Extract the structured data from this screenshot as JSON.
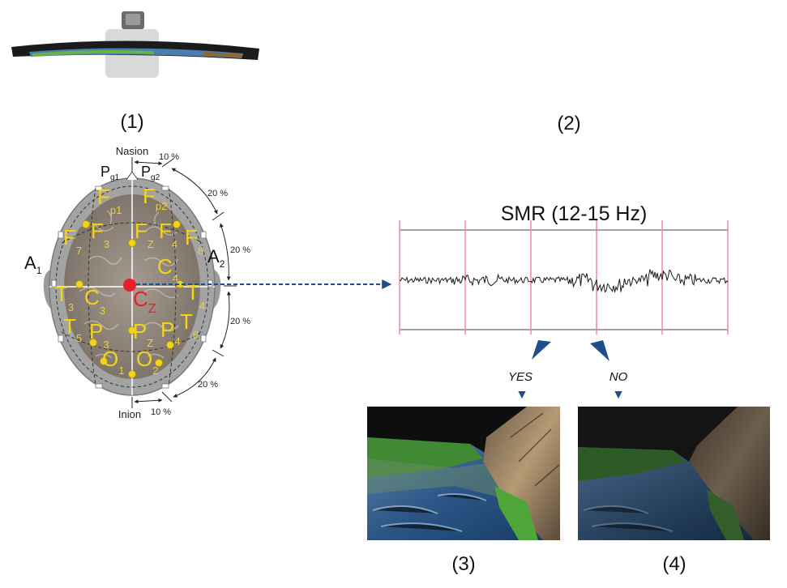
{
  "panels": {
    "p1": "(1)",
    "p2": "(2)",
    "p3": "(3)",
    "p4": "(4)"
  },
  "eeg": {
    "signal_title": "SMR (12-15 Hz)",
    "landmarks": {
      "nasion": "Nasion",
      "inion": "Inion",
      "pg1": [
        "P",
        "g1"
      ],
      "pg2": [
        "P",
        "g2"
      ],
      "a1": [
        "A",
        "1"
      ],
      "a2": [
        "A",
        "2"
      ]
    },
    "percentages": {
      "ten_top": "10 %",
      "twenty_1": "20 %",
      "twenty_2": "20 %",
      "twenty_3": "20 %",
      "twenty_4": "20 %",
      "ten_bottom": "10 %"
    },
    "electrodes": [
      {
        "id": "fp1",
        "main": "F",
        "sub": "p1"
      },
      {
        "id": "fp2",
        "main": "F",
        "sub": "p2"
      },
      {
        "id": "f7",
        "main": "F",
        "sub": "7"
      },
      {
        "id": "f3",
        "main": "F",
        "sub": "3"
      },
      {
        "id": "fz",
        "main": "F",
        "sub": "Z"
      },
      {
        "id": "f4",
        "main": "F",
        "sub": "4"
      },
      {
        "id": "f8",
        "main": "F",
        "sub": "8"
      },
      {
        "id": "t3",
        "main": "T",
        "sub": "3"
      },
      {
        "id": "c3",
        "main": "C",
        "sub": "3"
      },
      {
        "id": "cz",
        "main": "C",
        "sub": "Z"
      },
      {
        "id": "c4",
        "main": "C",
        "sub": "4"
      },
      {
        "id": "t4",
        "main": "T",
        "sub": "4"
      },
      {
        "id": "t5",
        "main": "T",
        "sub": "5"
      },
      {
        "id": "p3",
        "main": "P",
        "sub": "3"
      },
      {
        "id": "pz",
        "main": "P",
        "sub": "Z"
      },
      {
        "id": "p4",
        "main": "P",
        "sub": "4"
      },
      {
        "id": "t6",
        "main": "T",
        "sub": "6"
      },
      {
        "id": "o1",
        "main": "O",
        "sub": "1"
      },
      {
        "id": "o2",
        "main": "O",
        "sub": "2"
      }
    ]
  },
  "feedback": {
    "yes_label": "YES",
    "no_label": "NO"
  },
  "colors": {
    "electrode_label": "#f2d21b",
    "active_electrode": "#e8202a",
    "arrow": "#1f4f8a",
    "grid_line": "#f08aa0"
  }
}
